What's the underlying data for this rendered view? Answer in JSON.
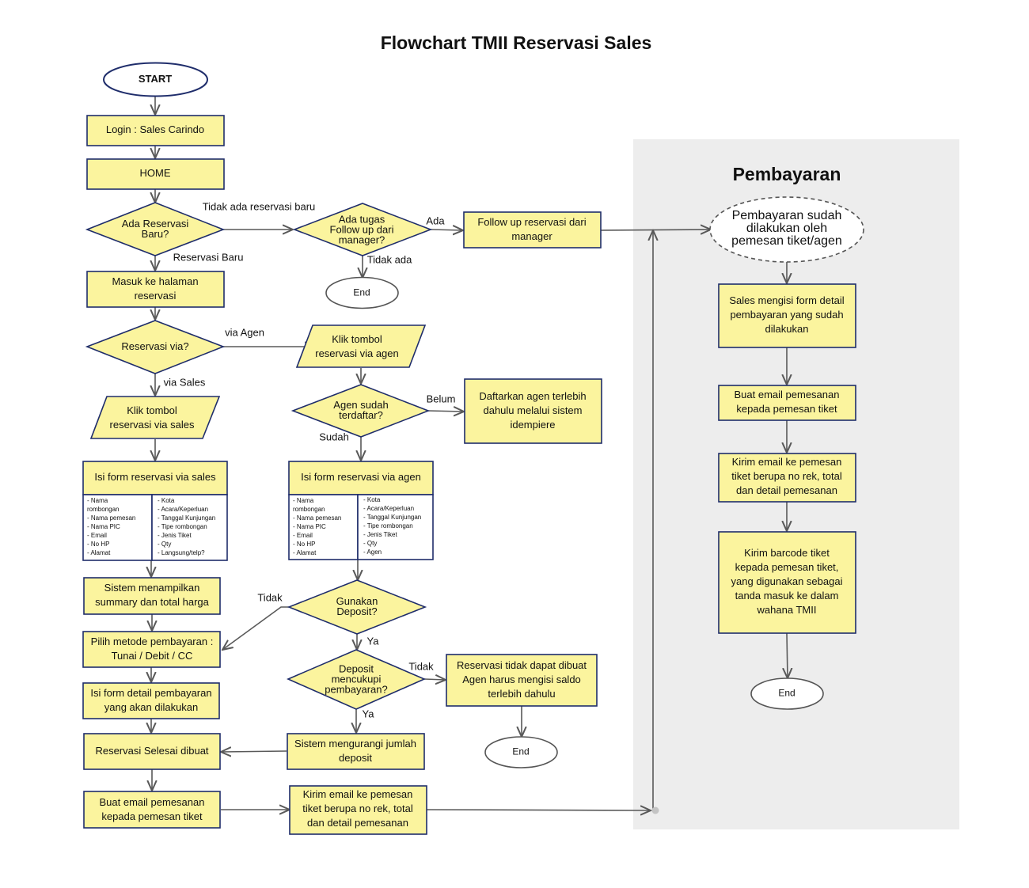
{
  "title": "Flowchart TMII Reservasi Sales",
  "payment_panel": {
    "title": "Pembayaran"
  },
  "colors": {
    "fill": "#fbf49e",
    "stroke": "#1f2d6b",
    "line": "#595959",
    "panel": "#ededed"
  },
  "nodes": {
    "start": "START",
    "login": "Login : Sales Carindo",
    "home": "HOME",
    "ada_reservasi": "Ada Reservasi\nBaru?",
    "ada_tugas": "Ada tugas\nFollow up dari\nmanager?",
    "follow_up": "Follow up reservasi dari\nmanager",
    "end_1": "End",
    "masuk_halaman": "Masuk ke halaman\nreservasi",
    "reservasi_via": "Reservasi via?",
    "klik_agen": "Klik tombol\nreservasi via agen",
    "agen_terdaftar": "Agen sudah\nterdaftar?",
    "daftarkan_agen": "Daftarkan agen terlebih\ndahulu melalui sistem\nidempiere",
    "klik_sales": "Klik tombol\nreservasi via sales",
    "form_sales": "Isi form reservasi via sales",
    "form_agen": "Isi form reservasi via agen",
    "summary": "Sistem menampilkan\nsummary dan total harga",
    "pilih_metode": "Pilih metode pembayaran :\nTunai /  Debit / CC",
    "isi_form_bayar": "Isi form detail pembayaran\nyang akan dilakukan",
    "selesai": "Reservasi Selesai dibuat",
    "email_sales": "Buat email pemesanan\nkepada pemesan tiket",
    "gunakan_deposit": "Gunakan\nDeposit?",
    "deposit_cukup": "Deposit\nmencukupi\npembayaran?",
    "tidak_dibuat": "Reservasi tidak dapat dibuat\nAgen harus mengisi saldo\nterlebih dahulu",
    "end_2": "End",
    "kurangi_deposit": "Sistem mengurangi jumlah\ndeposit",
    "kirim_email_agen": "Kirim email ke pemesan\ntiket berupa no rek, total\ndan detail pemesanan",
    "pembayaran_sudah": "Pembayaran sudah\ndilakukan oleh\npemesan tiket/agen",
    "sales_mengisi": "Sales mengisi form detail\npembayaran yang sudah\ndilakukan",
    "buat_email": "Buat email pemesanan\nkepada pemesan tiket",
    "kirim_email": "Kirim email ke pemesan\ntiket berupa no rek, total\ndan detail pemesanan",
    "kirim_barcode": "Kirim barcode tiket\nkepada pemesan tiket,\nyang digunakan sebagai\ntanda masuk ke dalam\nwahana TMII",
    "end_3": "End"
  },
  "lists": {
    "sales_left": "- Nama\nrombongan\n- Nama pemesan\n- Nama PIC\n- Email\n- No HP\n- Alamat",
    "sales_right": "- Kota\n- Acara/Keperluan\n- Tanggal Kunjungan\n- Tipe rombongan\n- Jenis Tiket\n- Qty\n- Langsung/telp?",
    "agen_left": "- Nama\nrombongan\n- Nama pemesan\n- Nama PIC\n- Email\n- No HP\n- Alamat",
    "agen_right": "- Kota\n- Acara/Keperluan\n- Tanggal Kunjungan\n- Tipe rombongan\n- Jenis Tiket\n- Qty\n- Agen"
  },
  "edge_labels": {
    "tidak_ada_reservasi_baru": "Tidak ada reservasi baru",
    "reservasi_baru": "Reservasi Baru",
    "ada": "Ada",
    "tidak_ada": "Tidak ada",
    "via_agen": "via Agen",
    "via_sales": "via Sales",
    "belum": "Belum",
    "sudah": "Sudah",
    "tidak_deposit": "Tidak",
    "ya_deposit": "Ya",
    "tidak_cukup": "Tidak",
    "ya_cukup": "Ya"
  }
}
